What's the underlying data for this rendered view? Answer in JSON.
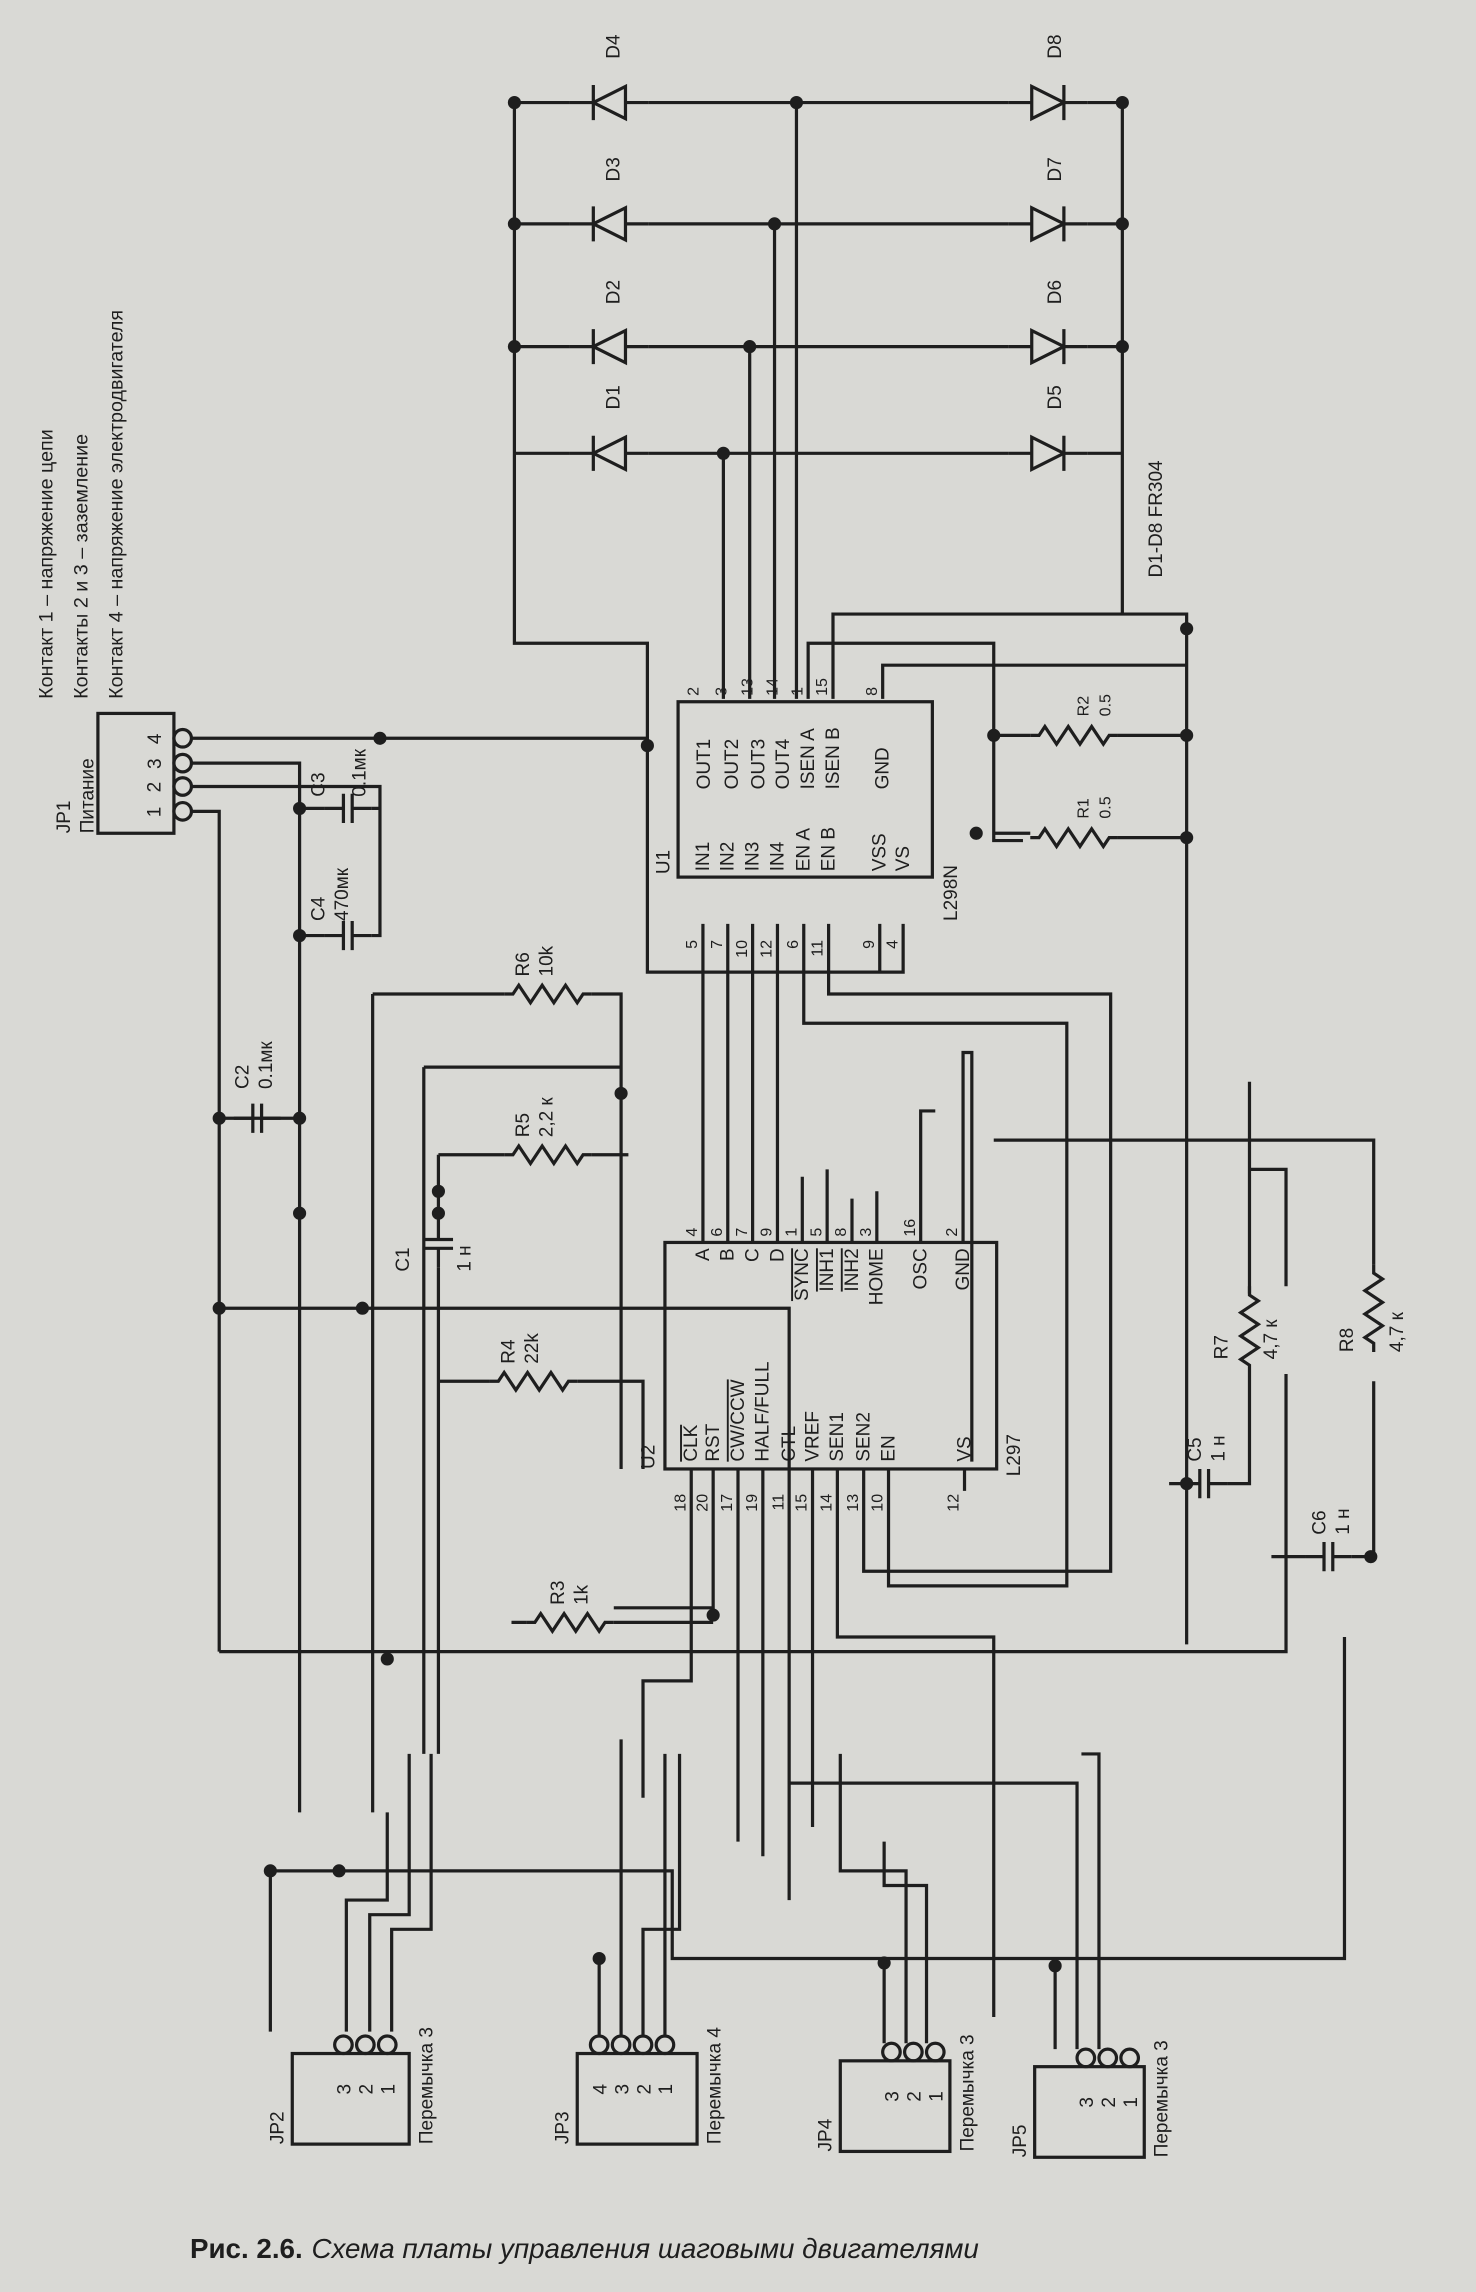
{
  "notes": [
    "Контакт 1 – напряжение цепи",
    "Контакты 2 и 3 – заземление",
    "Контакт 4 – напряжение электродвигателя"
  ],
  "jp1": {
    "ref": "JP1",
    "name": "Питание",
    "pins": [
      "1",
      "2",
      "3",
      "4"
    ]
  },
  "diodes": {
    "refs": [
      "D1",
      "D2",
      "D3",
      "D4",
      "D5",
      "D6",
      "D7",
      "D8"
    ],
    "note": "D1-D8 FR304"
  },
  "u1": {
    "ref": "U1",
    "part": "L298N",
    "top": [
      {
        "label": "OUT1",
        "pin": "2"
      },
      {
        "label": "OUT2",
        "pin": "3"
      },
      {
        "label": "OUT3",
        "pin": "13"
      },
      {
        "label": "OUT4",
        "pin": "14"
      },
      {
        "label": "ISEN A",
        "pin": "1"
      },
      {
        "label": "ISEN B",
        "pin": "15"
      },
      {
        "label": "GND",
        "pin": "8"
      }
    ],
    "bottom": [
      {
        "label": "IN1",
        "pin": "5"
      },
      {
        "label": "IN2",
        "pin": "7"
      },
      {
        "label": "IN3",
        "pin": "10"
      },
      {
        "label": "IN4",
        "pin": "12"
      },
      {
        "label": "EN A",
        "pin": "6"
      },
      {
        "label": "EN B",
        "pin": "11"
      },
      {
        "label": "VSS",
        "pin": "9"
      },
      {
        "label": "VS",
        "pin": "4"
      }
    ]
  },
  "u2": {
    "ref": "U2",
    "part": "L297",
    "top": [
      {
        "label": "A",
        "pin": "4"
      },
      {
        "label": "B",
        "pin": "6"
      },
      {
        "label": "C",
        "pin": "7"
      },
      {
        "label": "D",
        "pin": "9"
      },
      {
        "label": "SYNC",
        "pin": "1"
      },
      {
        "label": "INH1",
        "pin": "5"
      },
      {
        "label": "INH2",
        "pin": "8"
      },
      {
        "label": "HOME",
        "pin": "3"
      },
      {
        "label": "OSC",
        "pin": "16"
      },
      {
        "label": "GND",
        "pin": "2"
      }
    ],
    "bottom": [
      {
        "label": "CLK",
        "pin": "18"
      },
      {
        "label": "RST",
        "pin": "20"
      },
      {
        "label": "CW/CCW",
        "pin": "17"
      },
      {
        "label": "HALF/FULL",
        "pin": "19"
      },
      {
        "label": "CTL",
        "pin": "11"
      },
      {
        "label": "VREF",
        "pin": "15"
      },
      {
        "label": "SEN1",
        "pin": "14"
      },
      {
        "label": "SEN2",
        "pin": "13"
      },
      {
        "label": "EN",
        "pin": "10"
      },
      {
        "label": "VS",
        "pin": "12"
      }
    ]
  },
  "resistors": {
    "r1": {
      "ref": "R1",
      "value": "0.5"
    },
    "r2": {
      "ref": "R2",
      "value": "0.5"
    },
    "r3": {
      "ref": "R3",
      "value": "1k"
    },
    "r4": {
      "ref": "R4",
      "value": "22k"
    },
    "r5": {
      "ref": "R5",
      "value": "2,2 к"
    },
    "r6": {
      "ref": "R6",
      "value": "10k"
    },
    "r7": {
      "ref": "R7",
      "value": "4,7 к"
    },
    "r8": {
      "ref": "R8",
      "value": "4,7 к"
    }
  },
  "capacitors": {
    "c1": {
      "ref": "C1",
      "value": "1 н"
    },
    "c2": {
      "ref": "C2",
      "value": "0.1мк"
    },
    "c3": {
      "ref": "C3",
      "value": "0.1мк"
    },
    "c4": {
      "ref": "C4",
      "value": "470мк"
    },
    "c5": {
      "ref": "C5",
      "value": "1 н"
    },
    "c6": {
      "ref": "C6",
      "value": "1 н"
    }
  },
  "jumpers": [
    {
      "ref": "JP2",
      "name": "Перемычка 3",
      "pins": [
        "3",
        "2",
        "1"
      ]
    },
    {
      "ref": "JP3",
      "name": "Перемычка 4",
      "pins": [
        "4",
        "3",
        "2",
        "1"
      ]
    },
    {
      "ref": "JP4",
      "name": "Перемычка 3",
      "pins": [
        "3",
        "2",
        "1"
      ]
    },
    {
      "ref": "JP5",
      "name": "Перемычка 3",
      "pins": [
        "3",
        "2",
        "1"
      ]
    }
  ],
  "caption": {
    "prefix": "Рис. 2.6.",
    "text": "Схема платы управления шаговыми двигателями"
  }
}
